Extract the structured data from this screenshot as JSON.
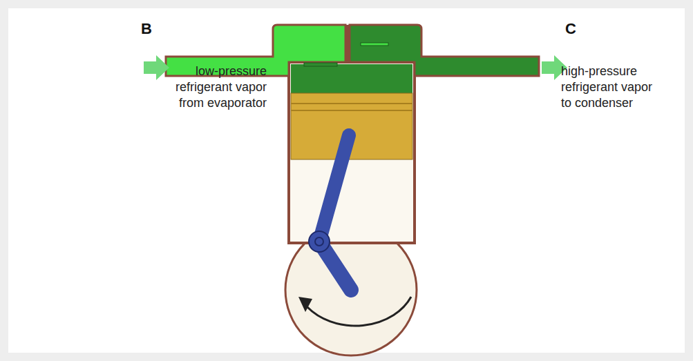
{
  "diagram": {
    "labels": [
      "B",
      "low-pressure refrigerant vapor from evaporator",
      "C",
      "high-pressure refrigerant vapor to condenser"
    ]
  }
}
